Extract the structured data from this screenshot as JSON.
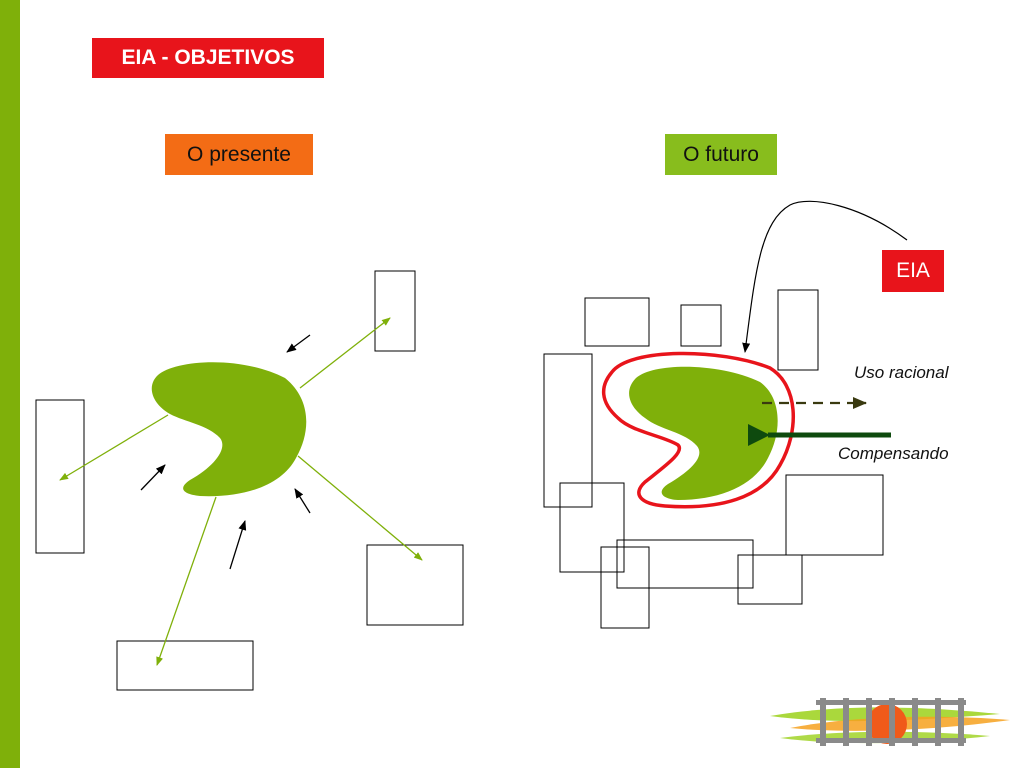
{
  "slide": {
    "title": "EIA - OBJETIVOS",
    "sections": {
      "present_label": "O presente",
      "future_label": "O futuro"
    },
    "eia_tag": "EIA",
    "annotations": {
      "rational_use": "Uso racional",
      "compensating": "Compensando"
    }
  },
  "colors": {
    "accent_bar": "#7fb00a",
    "title_bg": "#e8141b",
    "present_bg": "#f36c15",
    "future_bg": "#88bd1d",
    "blob": "#7fb00a",
    "eia_outline": "#e8141b",
    "compensating_arrow": "#0e4a0e",
    "rational_use_arrow": "#3a3a10"
  },
  "icons": {
    "logo": "railway-track-sun-logo"
  }
}
